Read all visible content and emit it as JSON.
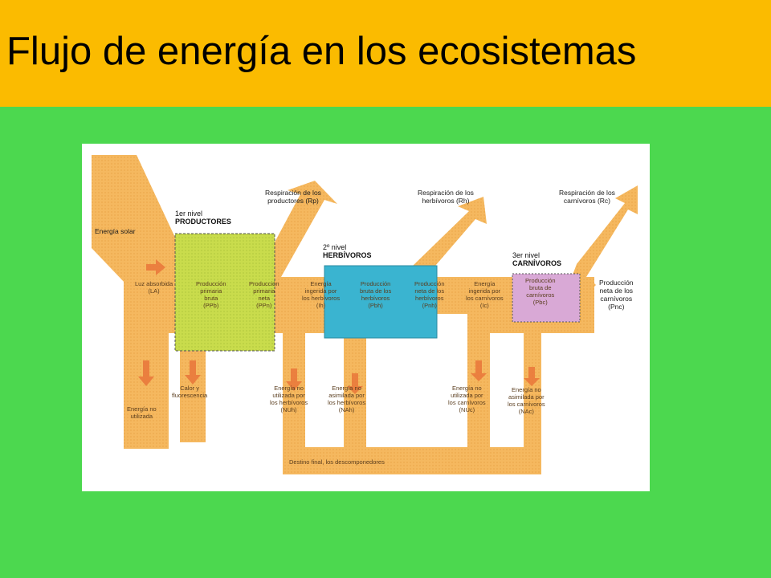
{
  "slide": {
    "title": "Flujo de energía en los ecosistemas",
    "colors": {
      "header": "#fbbb00",
      "background": "#4cd84f",
      "flow": "#f5b85f",
      "producers": "#c8dc4a",
      "herbivores": "#3ab4d0",
      "carnivores": "#d9a9d6"
    }
  },
  "diagram": {
    "energy_solar": "Energía solar",
    "level1": {
      "level": "1er nivel",
      "name": "PRODUCTORES"
    },
    "level2": {
      "level": "2º nivel",
      "name": "HERBÍVOROS"
    },
    "level3": {
      "level": "3er nivel",
      "name": "CARNÍVOROS"
    },
    "resp_producers": [
      "Respiración de los",
      "productores (Rp)"
    ],
    "resp_herbivores": [
      "Respiración de los",
      "herbívoros (Rh)"
    ],
    "resp_carnivores": [
      "Respiración de los",
      "carnívoros (Rc)"
    ],
    "light_absorbed": [
      "Luz absorbida",
      "(LA)"
    ],
    "ppb": [
      "Producción",
      "primaria",
      "bruta",
      "(PPb)"
    ],
    "ppn": [
      "Producción",
      "primaria",
      "neta",
      "(PPn)"
    ],
    "ih": [
      "Energía",
      "ingerida por",
      "los herbívoros",
      "(Ih)"
    ],
    "pbh": [
      "Producción",
      "bruta de los",
      "herbívoros",
      "(Pbh)"
    ],
    "pnh": [
      "Producción",
      "neta de los",
      "herbívoros",
      "(Pnh)"
    ],
    "ic": [
      "Energía",
      "ingerida por",
      "los carnívoros",
      "(Ic)"
    ],
    "pbc": [
      "Producción",
      "bruta de",
      "carnívoros",
      "(Pbc)"
    ],
    "pnc": [
      "Producción",
      "neta de los",
      "carnívoros",
      "(Pnc)"
    ],
    "heat": [
      "Calor y",
      "fluorescencia"
    ],
    "unused_energy": [
      "Energía no",
      "utilizada"
    ],
    "nuh": [
      "Energía no",
      "utilizada por",
      "los herbívoros",
      "(NUh)"
    ],
    "nah": [
      "Energía no",
      "asimilada por",
      "los herbívoros",
      "(NAh)"
    ],
    "nuc": [
      "Energía no",
      "utilizada por",
      "los carnívoros",
      "(NUc)"
    ],
    "nac": [
      "Energía no",
      "asimilada por",
      "los carnívoros",
      "(NAc)"
    ],
    "decomposers": "Destino final, los descomponedores"
  }
}
